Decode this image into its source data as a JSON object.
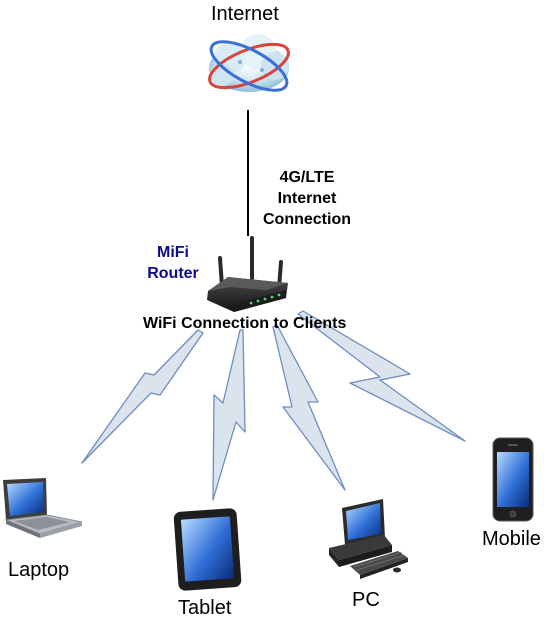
{
  "nodes": {
    "internet": {
      "label": "Internet",
      "icon": "cloud-globe-icon"
    },
    "router": {
      "label_line1": "MiFi",
      "label_line2": "Router",
      "icon": "wireless-router-icon",
      "label_color": "#0b0b8a"
    },
    "laptop": {
      "label": "Laptop",
      "icon": "laptop-icon"
    },
    "tablet": {
      "label": "Tablet",
      "icon": "tablet-icon"
    },
    "pc": {
      "label": "PC",
      "icon": "desktop-pc-icon"
    },
    "mobile": {
      "label": "Mobile",
      "icon": "smartphone-icon"
    }
  },
  "connections": {
    "uplink": {
      "line1": "4G/LTE",
      "line2": "Internet",
      "line3": "Connection"
    },
    "wifi": {
      "label": "WiFi Connection to Clients",
      "bolt_fill": "#dbe4ec",
      "bolt_stroke": "#6c8ebf"
    }
  }
}
